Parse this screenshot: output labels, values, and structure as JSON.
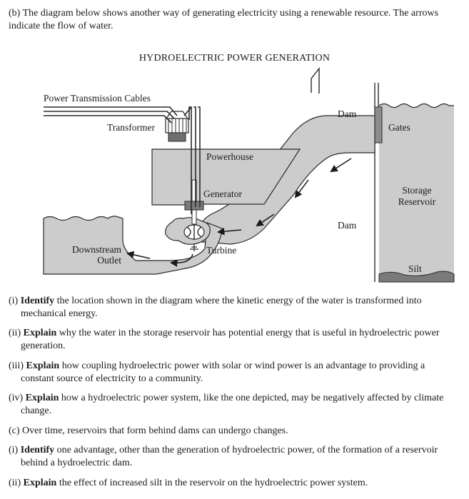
{
  "intro": {
    "part": "(b)",
    "text": "The diagram below shows another way of generating electricity using a renewable resource.  The arrows indicate the flow of water."
  },
  "diagram": {
    "title": "HYDROELECTRIC POWER GENERATION",
    "labels": {
      "cables": "Power Transmission Cables",
      "transformer": "Transformer",
      "powerhouse": "Powerhouse",
      "generator": "Generator",
      "turbine": "Turbine",
      "downstream": "Downstream",
      "outlet": "Outlet",
      "dam_top": "Dam",
      "dam_bottom": "Dam",
      "gates": "Gates",
      "storage": "Storage",
      "reservoir": "Reservoir",
      "silt": "Silt"
    },
    "colors": {
      "water": "#cccccc",
      "structure": "#a6a6a6",
      "outline": "#2a2a2a"
    }
  },
  "questions": [
    {
      "num": "(i)",
      "verb": "Identify",
      "rest_first": "the location shown in the diagram where the kinetic energy of the water is transformed into",
      "rest_cont": "mechanical energy."
    },
    {
      "num": "(ii)",
      "verb": "Explain",
      "rest_first": "why the water in the storage reservoir has potential energy that is useful in hydroelectric power",
      "rest_cont": "generation."
    },
    {
      "num": "(iii)",
      "verb": "Explain",
      "rest_first": "how coupling hydroelectric power with solar or wind power is an advantage to providing a",
      "rest_cont": "constant source of electricity to a community."
    },
    {
      "num": "(iv)",
      "verb": "Explain",
      "rest_first": "how a hydroelectric power system, like the one depicted, may be negatively affected by climate",
      "rest_cont": "change."
    }
  ],
  "part_c": {
    "text": "(c) Over time, reservoirs that form behind dams can undergo changes."
  },
  "questions_c": [
    {
      "num": "(i)",
      "verb": "Identify",
      "rest_first": "one advantage, other than the generation of hydroelectric power, of the formation of a reservoir",
      "rest_cont": "behind a hydroelectric dam."
    },
    {
      "num": "(ii)",
      "verb": "Explain",
      "rest_first": "the effect of increased silt in the reservoir on the hydroelectric power system.",
      "rest_cont": ""
    }
  ]
}
